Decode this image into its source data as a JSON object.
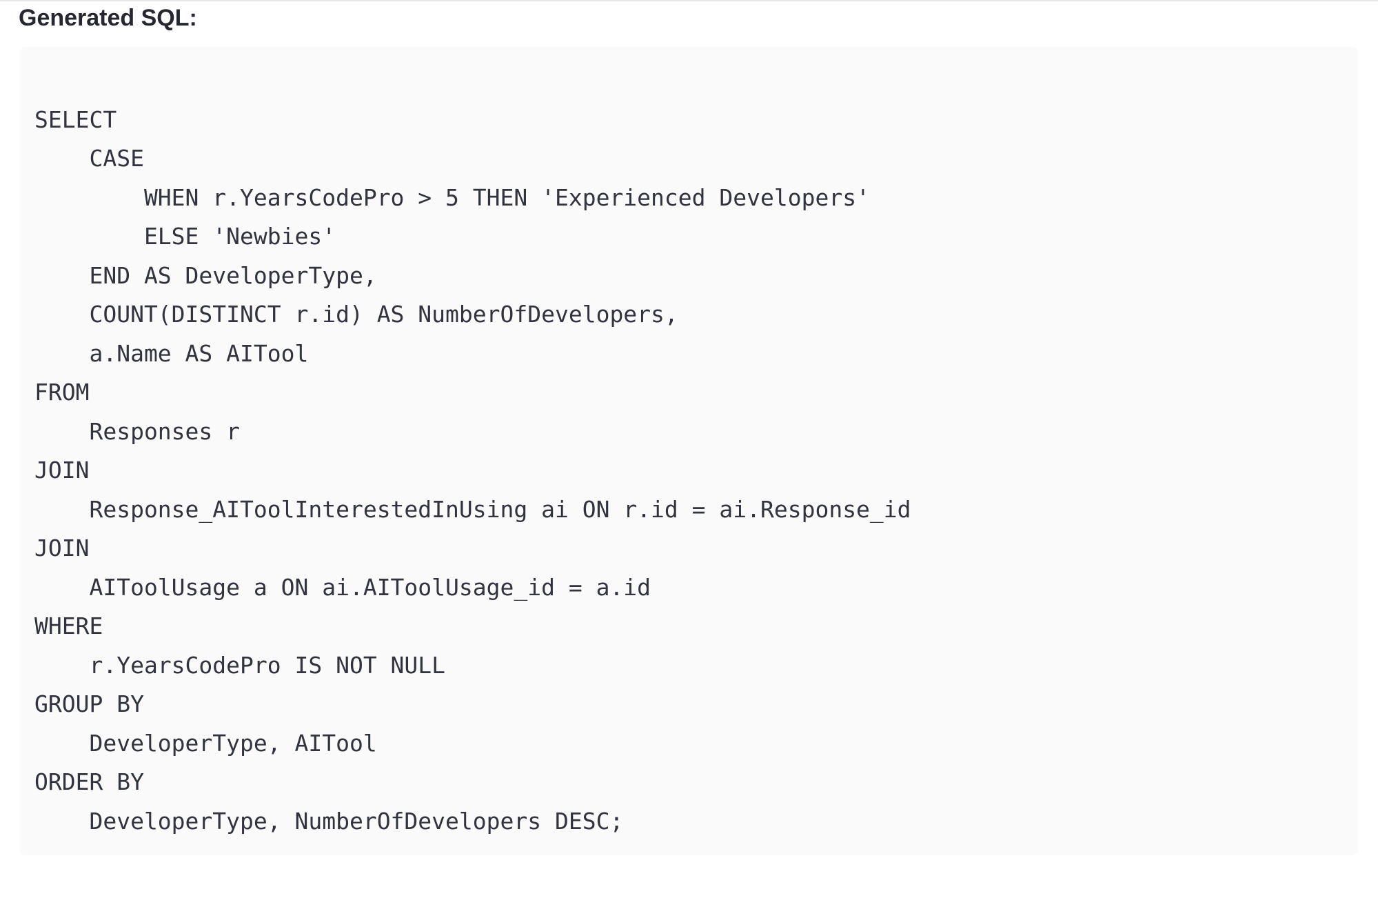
{
  "heading": {
    "label": "Generated SQL:"
  },
  "code_block": {
    "lines": [
      "",
      "SELECT",
      "    CASE",
      "        WHEN r.YearsCodePro > 5 THEN 'Experienced Developers'",
      "        ELSE 'Newbies'",
      "    END AS DeveloperType,",
      "    COUNT(DISTINCT r.id) AS NumberOfDevelopers,",
      "    a.Name AS AITool",
      "FROM",
      "    Responses r",
      "JOIN",
      "    Response_AIToolInterestedInUsing ai ON r.id = ai.Response_id",
      "JOIN",
      "    AIToolUsage a ON ai.AIToolUsage_id = a.id",
      "WHERE",
      "    r.YearsCodePro IS NOT NULL",
      "GROUP BY",
      "    DeveloperType, AITool",
      "ORDER BY",
      "    DeveloperType, NumberOfDevelopers DESC;",
      ""
    ]
  },
  "colors": {
    "page_background": "#ffffff",
    "heading_text": "#262730",
    "code_text": "#31333f",
    "code_background": "#fafafa",
    "top_divider": "#e6e6e6"
  }
}
